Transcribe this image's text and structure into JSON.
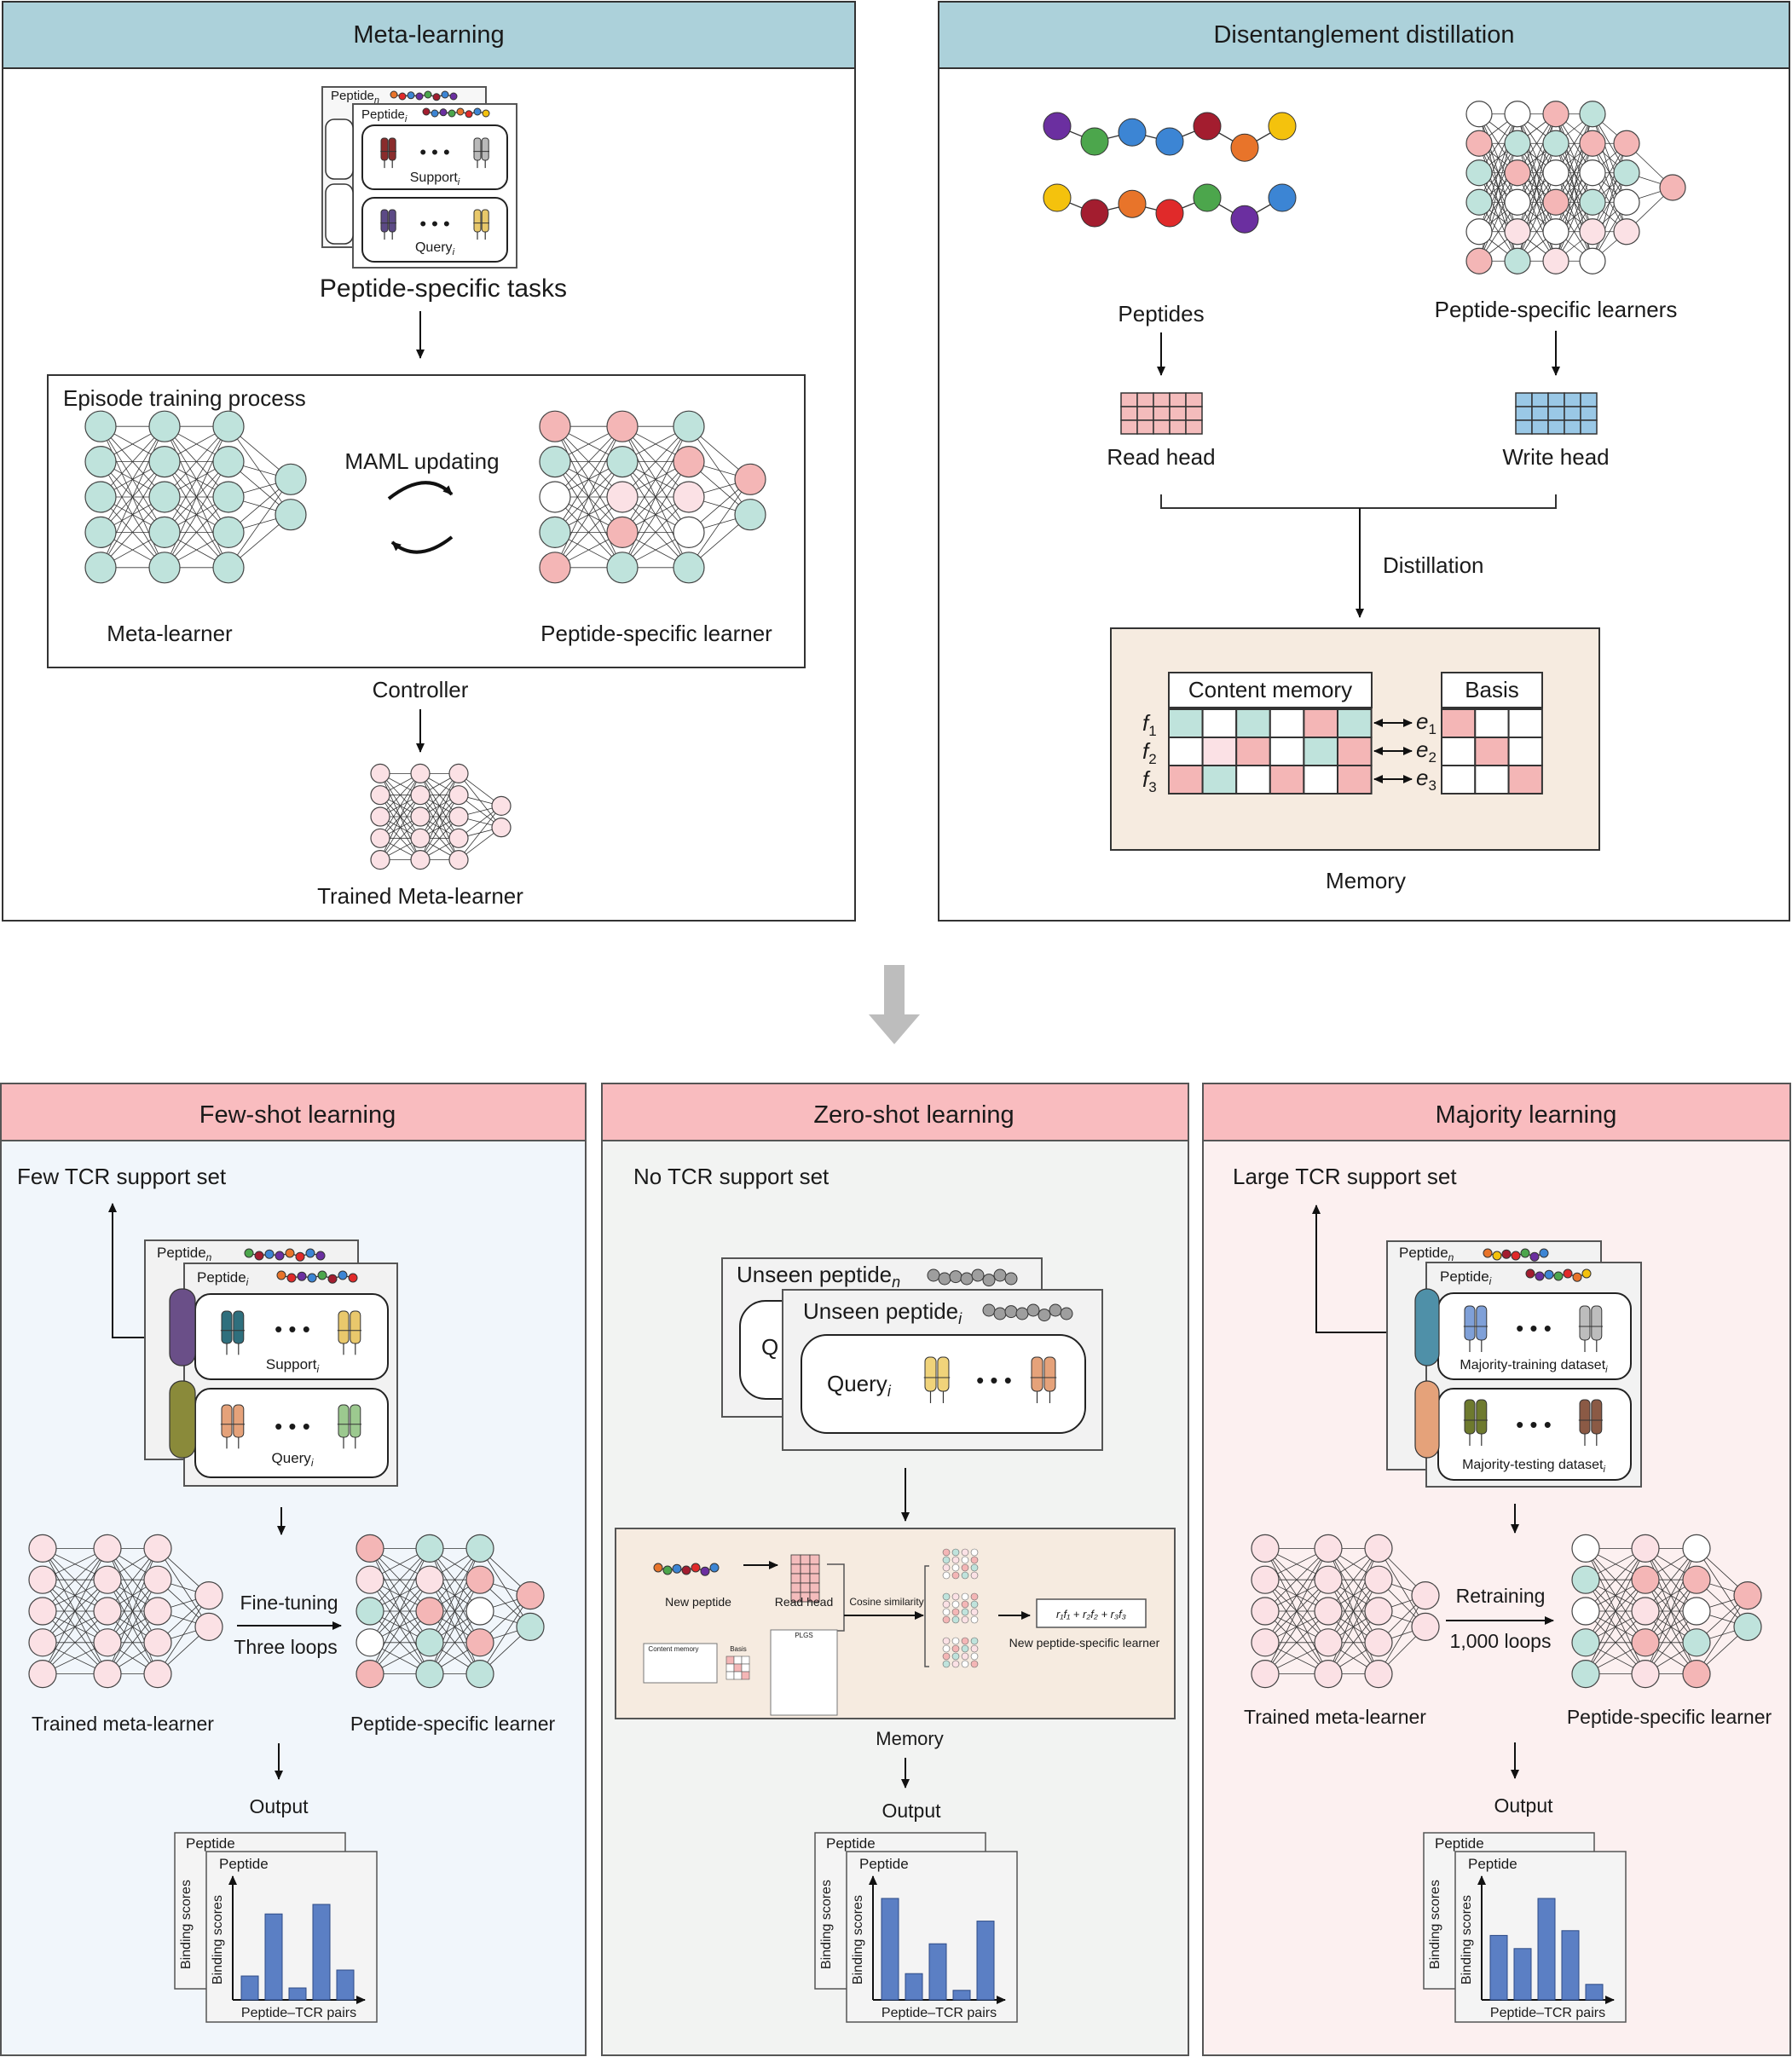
{
  "meta_learning": {
    "title": "Meta-learning",
    "peptide_n": "Peptide",
    "peptide_i": "Peptide",
    "support": "Support",
    "query": "Query",
    "tasks_label": "Peptide-specific tasks",
    "episode_title": "Episode training process",
    "maml_label": "MAML updating",
    "meta_learner": "Meta-learner",
    "specific_learner": "Peptide-specific learner",
    "controller": "Controller",
    "trained": "Trained Meta-learner"
  },
  "disentanglement": {
    "title": "Disentanglement distillation",
    "peptides": "Peptides",
    "learners": "Peptide-specific learners",
    "read_head": "Read head",
    "write_head": "Write head",
    "distillation": "Distillation",
    "content_memory": "Content memory",
    "basis": "Basis",
    "memory": "Memory"
  },
  "few_shot": {
    "title": "Few-shot learning",
    "support_set": "Few TCR support set",
    "peptide_n": "Peptide",
    "peptide_i": "Peptide",
    "support": "Support",
    "query": "Query",
    "fine_tuning": "Fine-tuning",
    "loops": "Three loops",
    "trained": "Trained meta-learner",
    "specific": "Peptide-specific learner",
    "output": "Output",
    "y_axis": "Binding scores",
    "x_axis": "Peptide–TCR pairs"
  },
  "zero_shot": {
    "title": "Zero-shot learning",
    "support_set": "No TCR support set",
    "unseen_n": "Unseen peptide",
    "unseen_i": "Unseen peptide",
    "query": "Query",
    "query_clipped": "Q",
    "new_peptide": "New peptide",
    "read_head": "Read head",
    "cosine": "Cosine similarity",
    "content_memory": "Content memory",
    "basis": "Basis",
    "plos": "PLGS",
    "new_learner": "New peptide-specific learner",
    "formula": "r₁f₁ + r₂f₂ + r₃f₃",
    "memory": "Memory",
    "output": "Output",
    "peptide_n": "Peptide",
    "peptide_i": "Peptide",
    "y_axis": "Binding scores",
    "x_axis": "Peptide–TCR pairs"
  },
  "majority": {
    "title": "Majority learning",
    "support_set": "Large TCR support set",
    "peptide_n": "Peptide",
    "peptide_i": "Peptide",
    "training": "Majority-training dataset",
    "testing": "Majority-testing dataset",
    "retraining": "Retraining",
    "loops": "1,000 loops",
    "trained": "Trained meta-learner",
    "specific": "Peptide-specific learner",
    "output": "Output",
    "y_axis": "Binding scores",
    "x_axis": "Peptide–TCR pairs"
  },
  "colors": {
    "blue_header": "#acd1da",
    "pink_header": "#f9bcbf",
    "pink": "#f4b6b6",
    "teal": "#bfe3dc",
    "light_pink": "#fbe1e5",
    "bar": "#5b7fc4",
    "memory_bg": "#f6ebe0"
  },
  "chart_data": [
    {
      "type": "bar",
      "panel": "few-shot",
      "xlabel": "Peptide–TCR pairs",
      "ylabel": "Binding scores",
      "values": [
        0.2,
        0.72,
        0.1,
        0.8,
        0.25
      ]
    },
    {
      "type": "bar",
      "panel": "zero-shot",
      "xlabel": "Peptide–TCR pairs",
      "ylabel": "Binding scores",
      "values": [
        0.85,
        0.22,
        0.47,
        0.08,
        0.66
      ]
    },
    {
      "type": "bar",
      "panel": "majority",
      "xlabel": "Peptide–TCR pairs",
      "ylabel": "Binding scores",
      "values": [
        0.54,
        0.43,
        0.85,
        0.58,
        0.13
      ]
    }
  ]
}
